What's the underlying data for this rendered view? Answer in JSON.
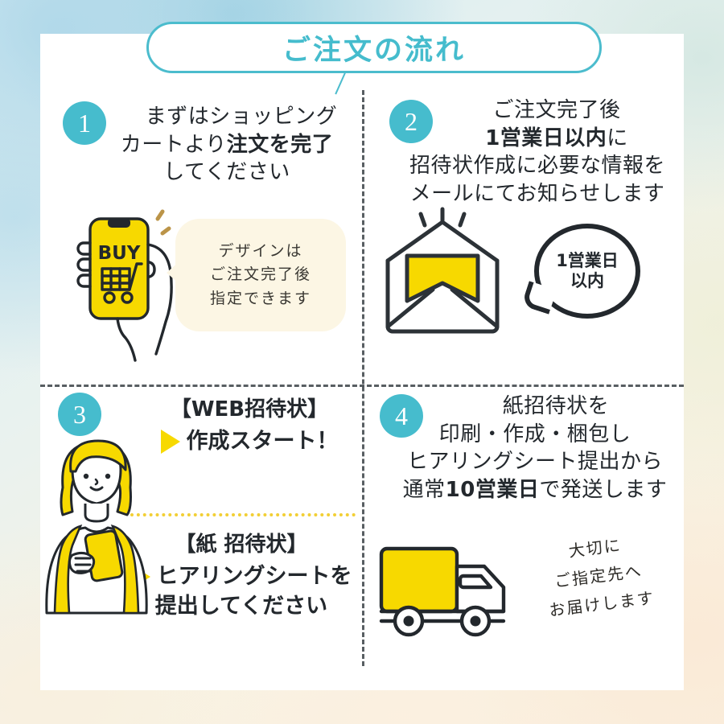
{
  "title": {
    "text": "ご注文の流れ"
  },
  "colors": {
    "teal": "#46bccd",
    "yellow": "#f7d900",
    "ink": "#23282d",
    "cream": "#fcf6e4",
    "dotted_yellow": "#f2cf35"
  },
  "steps": [
    {
      "number": "1",
      "headline_lines": [
        {
          "text": "まずはショッピング",
          "bold": false
        },
        {
          "text": "カートより",
          "bold": false,
          "bold_text": "注文を完了"
        },
        {
          "text": "してください",
          "bold": false
        }
      ],
      "illustration": "hand-holding-phone-buy-icon",
      "bubble": {
        "style": "cream-rounded",
        "lines": [
          "デザインは",
          "ご注文完了後",
          "指定できます"
        ]
      }
    },
    {
      "number": "2",
      "headline_lines": [
        {
          "text": "ご注文完了後",
          "bold": false
        },
        {
          "text": "1営業日以内",
          "bold": true,
          "suffix": "に"
        },
        {
          "text": "招待状作成に必要な情報を",
          "bold": false
        },
        {
          "text": "メールにてお知らせします",
          "bold": false
        }
      ],
      "illustration": "open-envelope-with-letter",
      "bubble": {
        "style": "outlined-speech",
        "lines": [
          "1営業日",
          "以内"
        ]
      }
    },
    {
      "number": "3",
      "illustration": "woman-holding-smartphone",
      "sub_blocks": [
        {
          "title": "【WEB招待状】",
          "arrow_lines": [
            "作成スタート！"
          ]
        },
        {
          "title": "【紙 招待状】",
          "arrow_lines": [
            "ヒアリングシートを",
            "提出してください"
          ]
        }
      ]
    },
    {
      "number": "4",
      "headline_lines": [
        {
          "text": "紙招待状を",
          "bold": false
        },
        {
          "text": "印刷・作成・梱包し",
          "bold": false
        },
        {
          "text": "ヒアリングシート提出から",
          "bold": false
        },
        {
          "text": "通常",
          "bold": false,
          "bold_text": "10営業日",
          "suffix": "で発送します"
        }
      ],
      "illustration": "delivery-truck",
      "handwriting": [
        "大切に",
        "ご指定先へ",
        "お届けします"
      ]
    }
  ],
  "phone_screen_label": "BUY"
}
